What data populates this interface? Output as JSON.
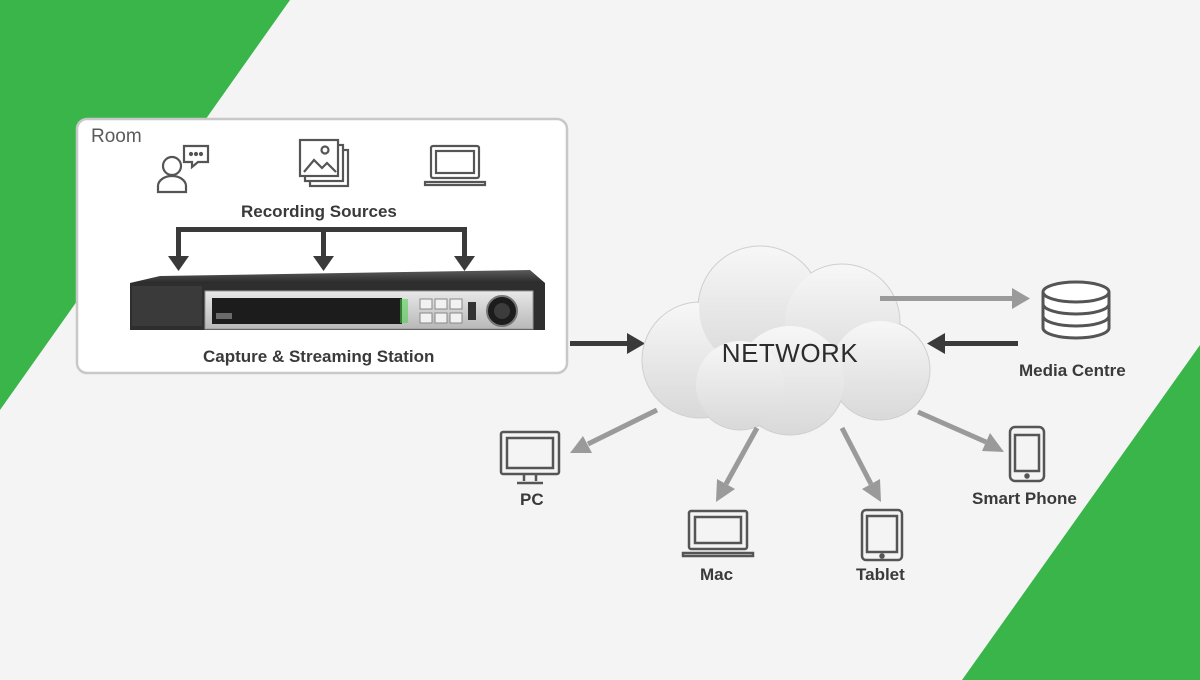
{
  "colors": {
    "accent_green": "#39b54a",
    "background": "#f4f4f4",
    "arrow_dark": "#3a3a3a",
    "arrow_light": "#9a9a9a",
    "icon": "#555555"
  },
  "room": {
    "title": "Room",
    "sources_label": "Recording Sources",
    "device_label": "Capture & Streaming Station",
    "source_icons": [
      "presenter-icon",
      "images-icon",
      "laptop-icon"
    ]
  },
  "network": {
    "label": "NETWORK"
  },
  "endpoints": {
    "media_centre": "Media Centre",
    "pc": "PC",
    "mac": "Mac",
    "tablet": "Tablet",
    "smart_phone": "Smart Phone"
  }
}
